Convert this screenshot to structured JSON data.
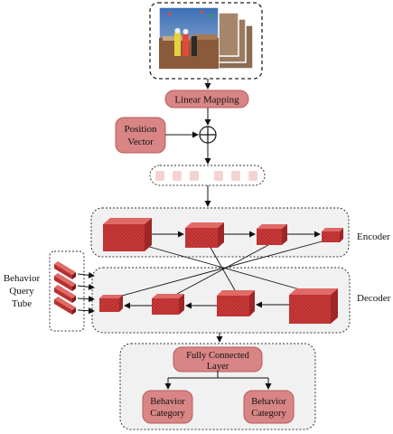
{
  "linear_mapping": "Linear Mapping",
  "position_vector": [
    "Position",
    "Vector"
  ],
  "encoder_label": "Encoder",
  "decoder_label": "Decoder",
  "behavior_query_tube": [
    "Behavior",
    "Query",
    "Tube"
  ],
  "fully_connected_layer": [
    "Fully Connected",
    "Layer"
  ],
  "behavior_category_left": [
    "Behavior",
    "Category"
  ],
  "behavior_category_right": [
    "Behavior",
    "Category"
  ],
  "colors": {
    "pill_fill": "#d98585",
    "pill_stroke": "#b85a5a",
    "cube_front": "#c83a3a",
    "cube_top": "#e06a66",
    "cube_side": "#9e2626",
    "panel_fill": "#f1f1f1",
    "token_fill": "#f6d3d3"
  }
}
